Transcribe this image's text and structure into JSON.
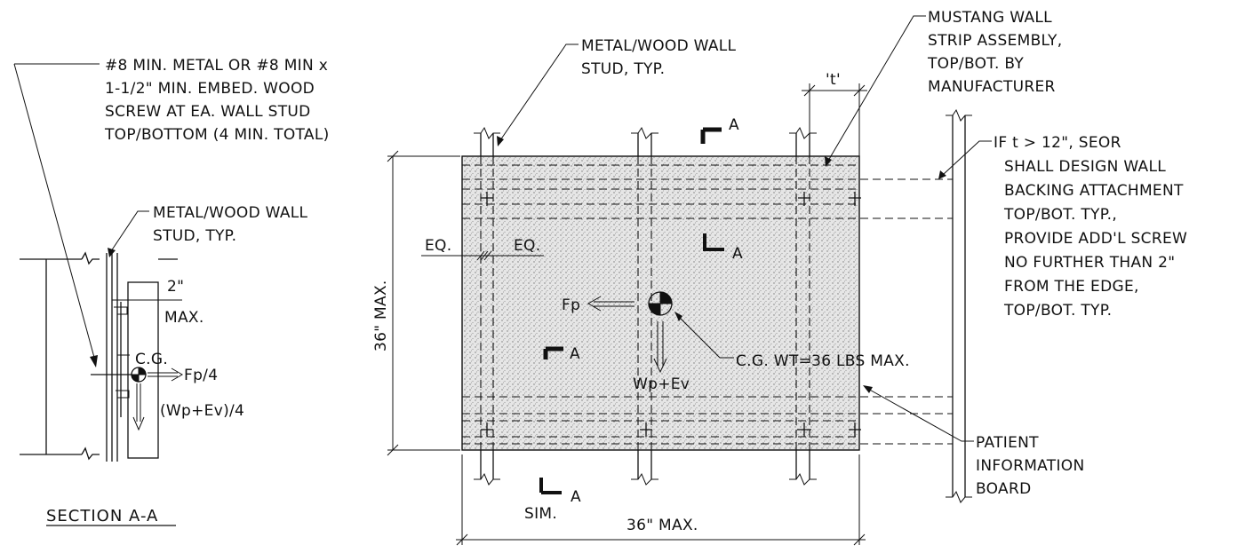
{
  "section": {
    "screw_note": [
      "#8 MIN. METAL OR #8 MIN x",
      "1-1/2\" MIN. EMBED. WOOD",
      "SCREW AT EA. WALL STUD",
      "TOP/BOTTOM (4 MIN. TOTAL)"
    ],
    "stud_note": [
      "METAL/WOOD WALL",
      "STUD, TYP."
    ],
    "dim_2in": "2\"",
    "dim_max": "MAX.",
    "cg": "C.G.",
    "fp4": "Fp/4",
    "wpev4": "(Wp+Ev)/4",
    "title": "SECTION A-A"
  },
  "elevation": {
    "stud_note": [
      "METAL/WOOD WALL",
      "STUD, TYP."
    ],
    "mustang_note": [
      "MUSTANG WALL",
      "STRIP ASSEMBLY,",
      "TOP/BOT. BY",
      "MANUFACTURER"
    ],
    "t_label": "'t'",
    "seor_note": [
      "IF t > 12\", SEOR",
      "SHALL DESIGN WALL",
      "BACKING ATTACHMENT",
      "TOP/BOT. TYP.,",
      "PROVIDE ADD'L SCREW",
      "NO FURTHER THAN 2\"",
      "FROM THE EDGE,",
      "TOP/BOT. TYP."
    ],
    "height_dim": "36\" MAX.",
    "width_dim": "36\" MAX.",
    "eq": "EQ.",
    "section_mark": "A",
    "fp": "Fp",
    "wpev": "Wp+Ev",
    "cg_note": "C.G. WT=36 LBS MAX.",
    "board_note": [
      "PATIENT",
      "INFORMATION",
      "BOARD"
    ],
    "sim": "SIM."
  }
}
